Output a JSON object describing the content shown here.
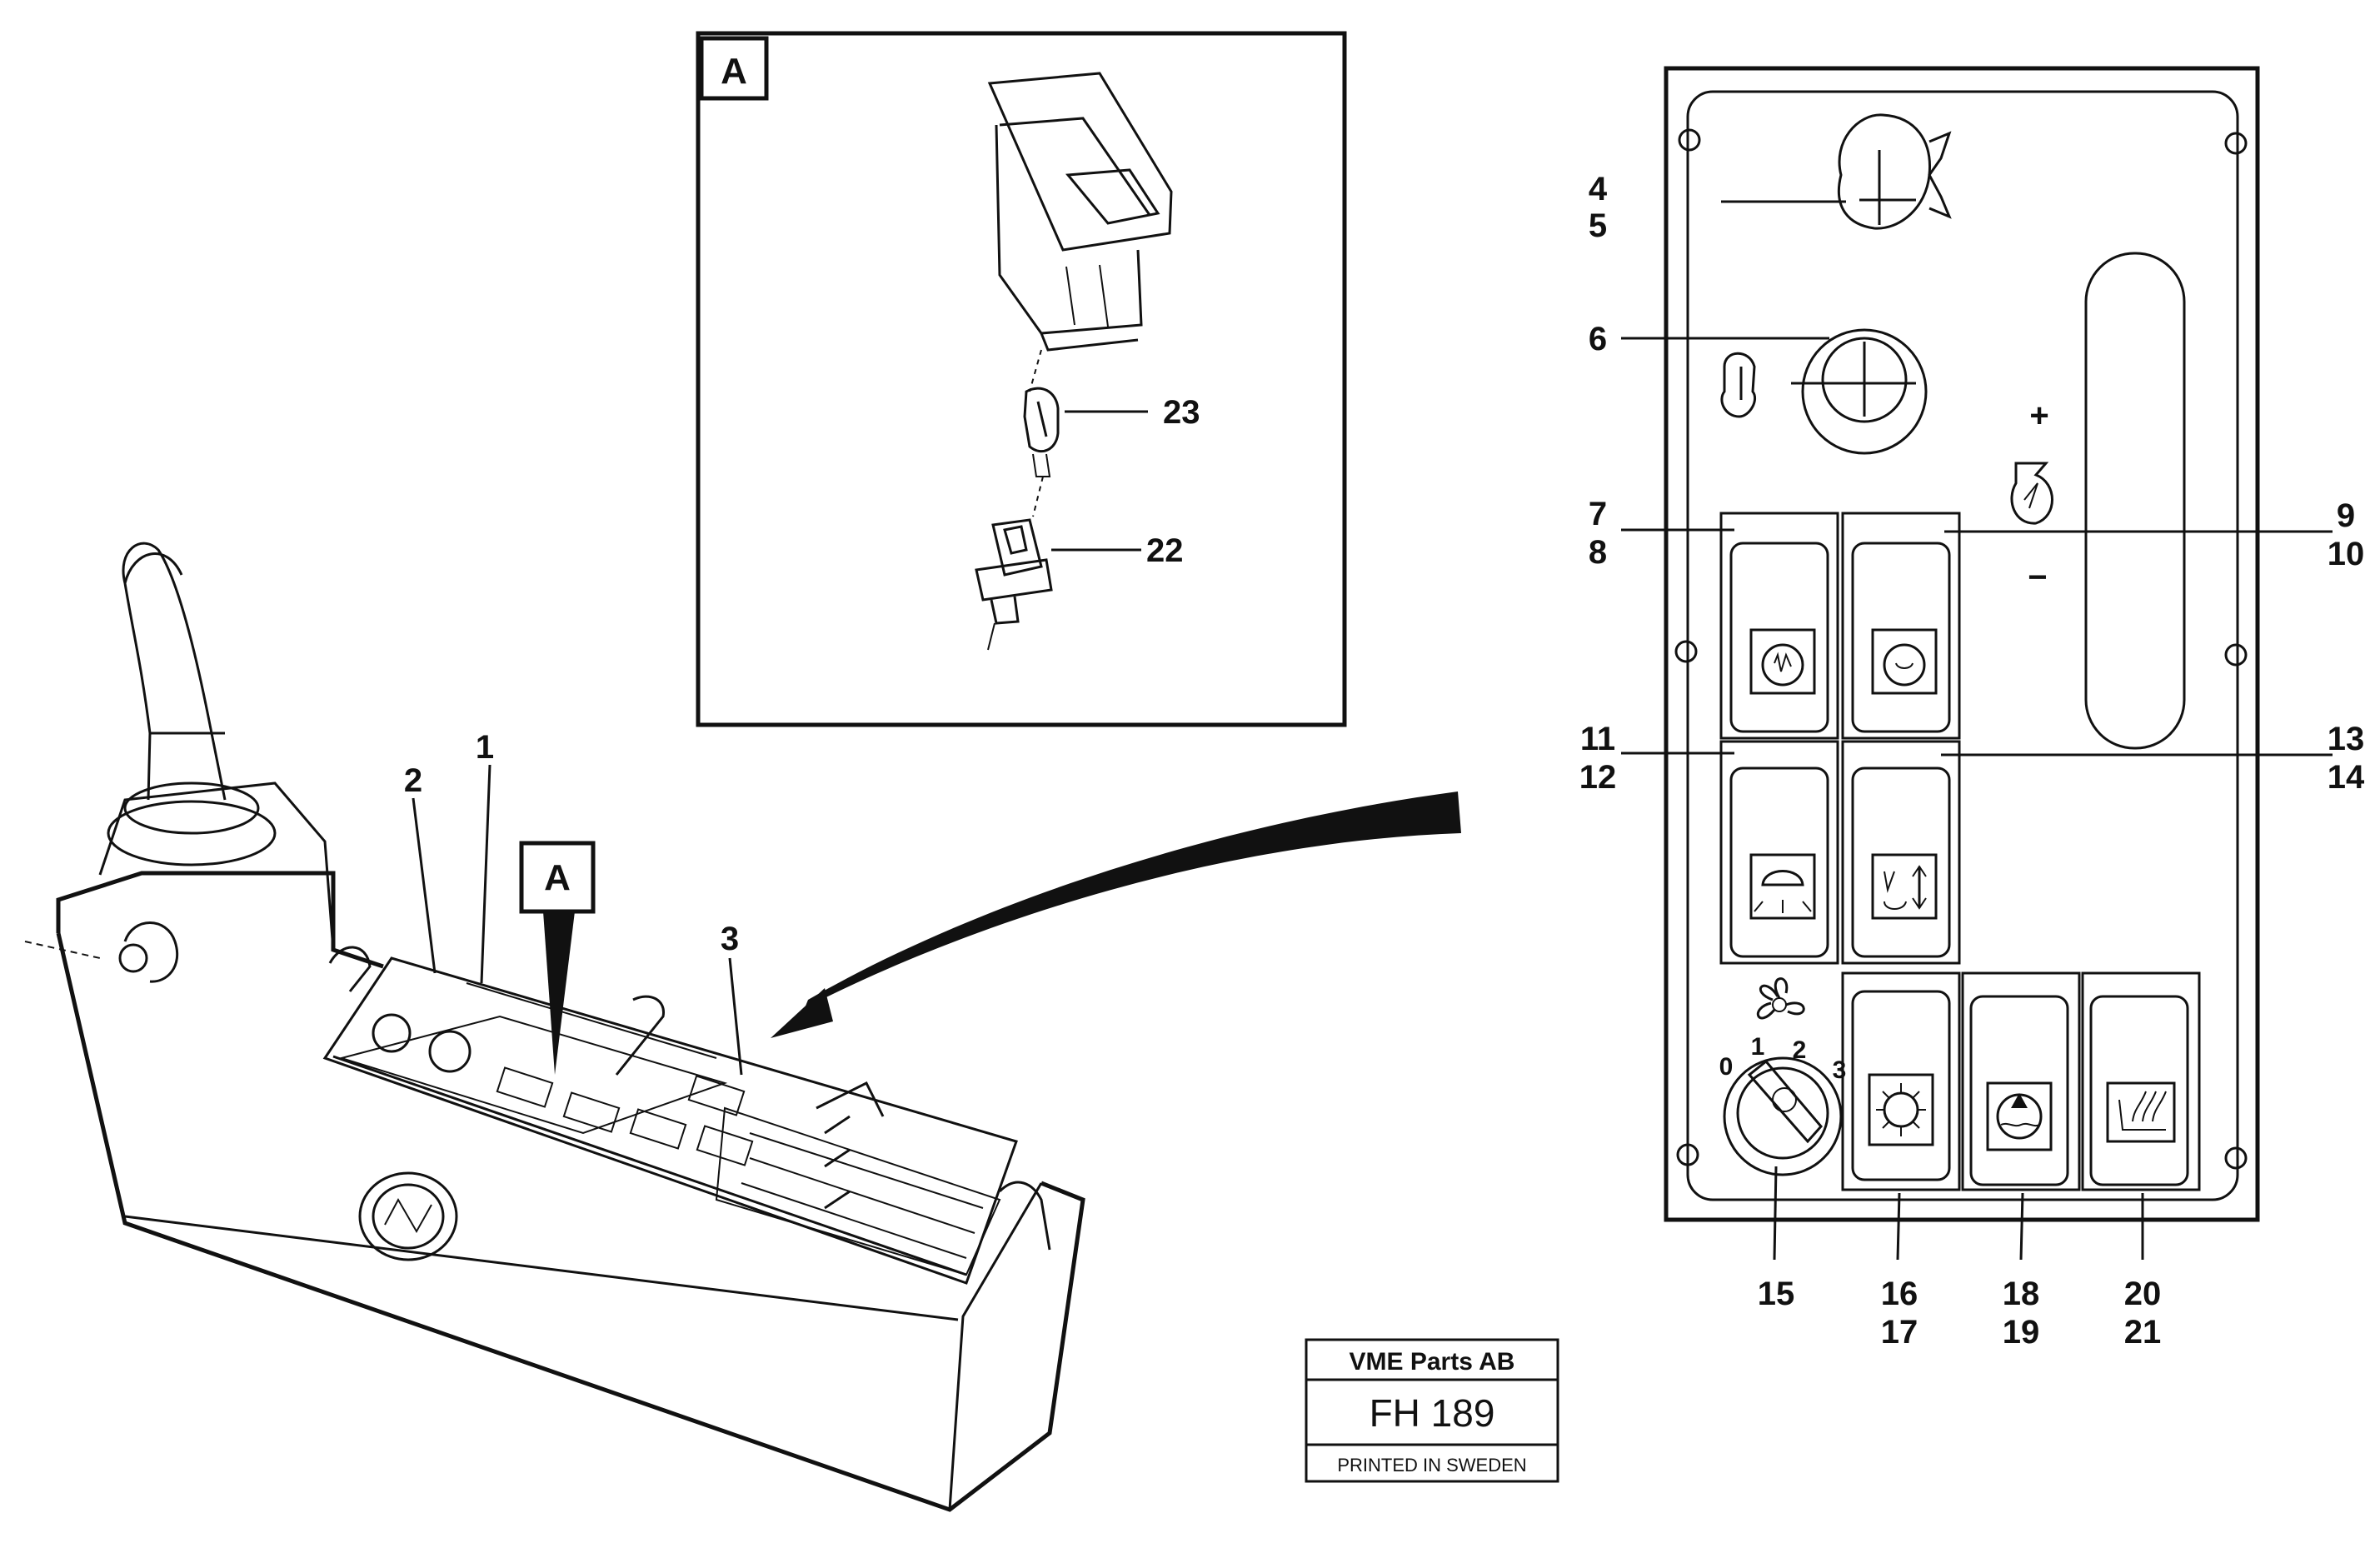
{
  "detail_view": {
    "tag": "A"
  },
  "console_view": {
    "detail_tag": "A"
  },
  "callouts": {
    "c1": "1",
    "c2": "2",
    "c3": "3",
    "c4": "4",
    "c5": "5",
    "c6": "6",
    "c7": "7",
    "c8": "8",
    "c9": "9",
    "c10": "10",
    "c11": "11",
    "c12": "12",
    "c13": "13",
    "c14": "14",
    "c15": "15",
    "c16": "16",
    "c17": "17",
    "c18": "18",
    "c19": "19",
    "c20": "20",
    "c21": "21",
    "c22": "22",
    "c23": "23"
  },
  "fan_dial": {
    "pos0": "0",
    "pos1": "1",
    "pos2": "2",
    "pos3": "3"
  },
  "adjust_panel": {
    "plus": "+",
    "minus": "−"
  },
  "title_block": {
    "company": "VME Parts AB",
    "code": "FH 189",
    "footer": "PRINTED IN SWEDEN"
  }
}
